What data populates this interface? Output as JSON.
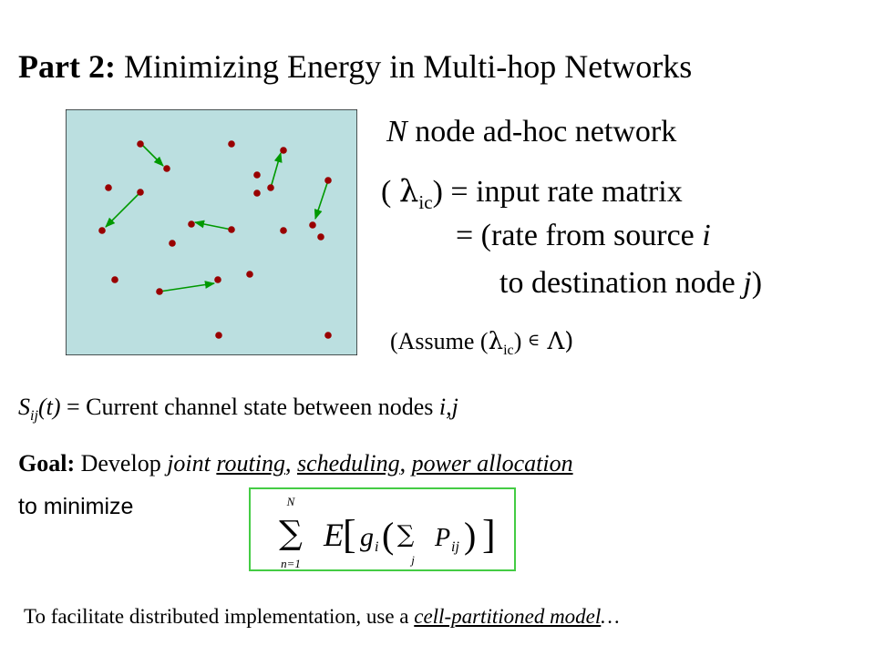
{
  "slide": {
    "title_bold": "Part 2:",
    "title_rest": " Minimizing Energy in Multi-hop Networks",
    "network_line": {
      "var": "N",
      "text": " node ad-hoc network"
    },
    "lambda_line": {
      "open": "(",
      "sym": "λ",
      "sub": "ic",
      "rest": ") = input rate matrix"
    },
    "rate_line1": {
      "text": "= (rate from source ",
      "var": "i"
    },
    "rate_line2": {
      "text": "to destination node ",
      "var": "j",
      "close": ")"
    },
    "assume": {
      "open": "(Assume (",
      "sym": "λ",
      "sub": "ic",
      "mid": ") ",
      "member": "∈",
      "set": " Λ)"
    },
    "channel": {
      "var": "S",
      "sub": "ij",
      "arg": "(t)",
      "eq": " = Current channel state between nodes ",
      "nodes": "i,j"
    },
    "goal": {
      "label": "Goal:",
      "develop": " Develop ",
      "joint": "joint",
      "routing": "routing",
      "sep1": ", ",
      "scheduling": "scheduling",
      "sep2": ", ",
      "power": "power allocation",
      "line2": "to minimize"
    },
    "formula": {
      "sum_top": "N",
      "sum_bottom": "n=1",
      "E": "E",
      "g": "g",
      "g_sub": "i",
      "inner_sum_bottom": "j",
      "P": "P",
      "P_sub": "ij"
    },
    "footer": {
      "text": "To facilitate distributed implementation, use a ",
      "link": "cell-partitioned model",
      "tail": "…"
    }
  },
  "colors": {
    "box_fill": "#bbdfe0",
    "node": "#990000",
    "arrow": "#009900",
    "formula_border": "#44cc44"
  }
}
